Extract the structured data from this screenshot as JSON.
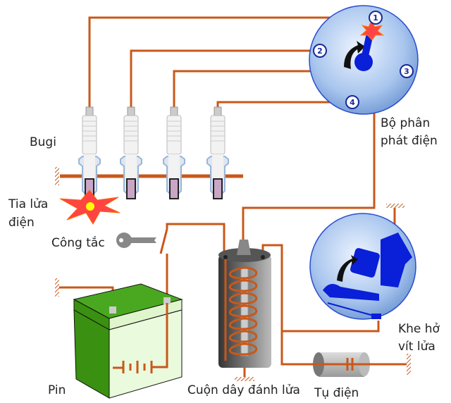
{
  "labels": {
    "spark_plug": "Bugi",
    "spark_line1": "Tia lửa",
    "spark_line2": "điện",
    "switch": "Công tắc",
    "distributor_line1": "Bộ phân",
    "distributor_line2": "phát điện",
    "battery": "Pin",
    "ignition_coil": "Cuộn dây đánh lửa",
    "capacitor": "Tụ điện",
    "points_line1": "Khe hở",
    "points_line2": "vít lửa"
  },
  "terminals": [
    "1",
    "2",
    "3",
    "4"
  ],
  "colors": {
    "wire": "#c8581a",
    "distributor": "#a9c6ee",
    "rotor": "#0a1fd8",
    "battery": "#4aa820",
    "coil": "#555555"
  }
}
